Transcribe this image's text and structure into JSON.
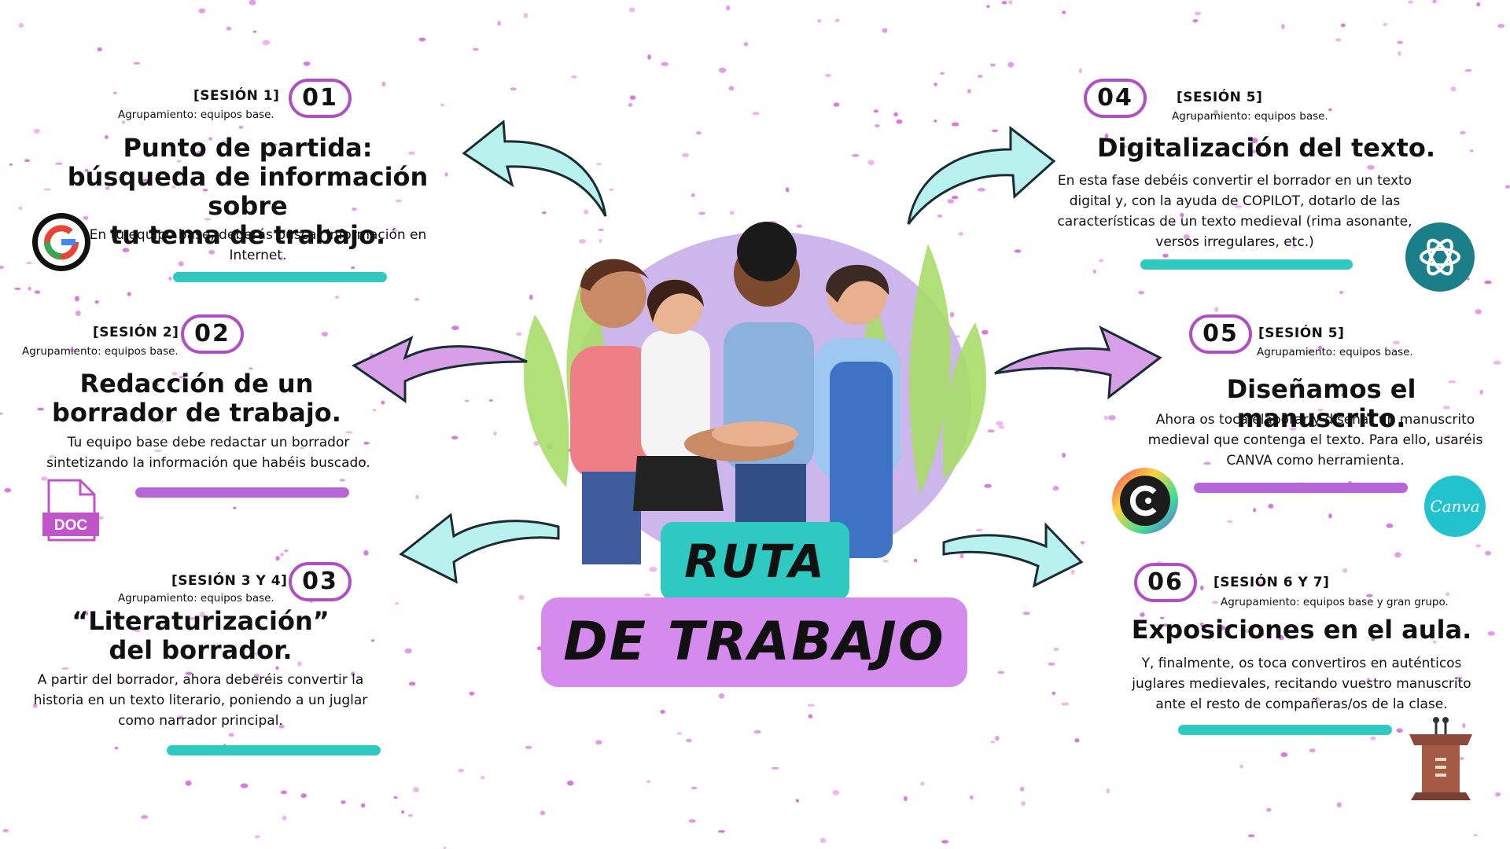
{
  "center": {
    "line1": "RUTA",
    "line2": "DE TRABAJO"
  },
  "steps": [
    {
      "number": "01",
      "session": "[SESIÓN 1]",
      "grouping": "Agrupamiento: equipos base.",
      "title": "Punto de partida:\nbúsqueda de información sobre\ntu tema de trabajo.",
      "description": "En tu equipo base, deberás buscar información en Internet.",
      "icon": "google-icon"
    },
    {
      "number": "02",
      "session": "[SESIÓN 2]",
      "grouping": "Agrupamiento: equipos base.",
      "title": "Redacción de un\nborrador de trabajo.",
      "description": "Tu equipo base debe redactar un borrador sintetizando la información que habéis buscado.",
      "icon": "doc-file-icon",
      "icon_label": "DOC"
    },
    {
      "number": "03",
      "session": "[SESIÓN 3 Y 4]",
      "grouping": "Agrupamiento: equipos base.",
      "title": "“Literaturización”\ndel borrador.",
      "description": "A partir del borrador, ahora deberéis convertir la historia en un texto literario, poniendo a un juglar como narrador principal.",
      "icon": ""
    },
    {
      "number": "04",
      "session": "[SESIÓN 5]",
      "grouping": "Agrupamiento: equipos base.",
      "title": "Digitalización del texto.",
      "description": "En esta fase debéis convertir el borrador en un texto digital y, con la ayuda de COPILOT, dotarlo de las características de un texto medieval (rima asonante, versos irregulares, etc.)",
      "icon": "chatgpt-icon"
    },
    {
      "number": "05",
      "session": "[SESIÓN 5]",
      "grouping": "Agrupamiento: equipos base.",
      "title": "Diseñamos el manuscrito.",
      "description": "Ahora os toca elaborar y diseñar un manuscrito medieval que contenga el texto. Para ello, usaréis CANVA como herramienta.",
      "icon": "canva-icon",
      "icon_label": "Canva"
    },
    {
      "number": "06",
      "session": "[SESIÓN 6 Y 7]",
      "grouping": "Agrupamiento: equipos base y gran grupo.",
      "title": "Exposiciones en el aula.",
      "description": "Y, finalmente, os toca convertiros en auténticos juglares medievales, recitando vuestro manuscrito ante el resto de compañeras/os de la clase.",
      "icon": "podium-icon"
    }
  ],
  "colors": {
    "teal": "#2ec9c0",
    "purple": "#d58bee",
    "accent": "#b04fc4"
  }
}
